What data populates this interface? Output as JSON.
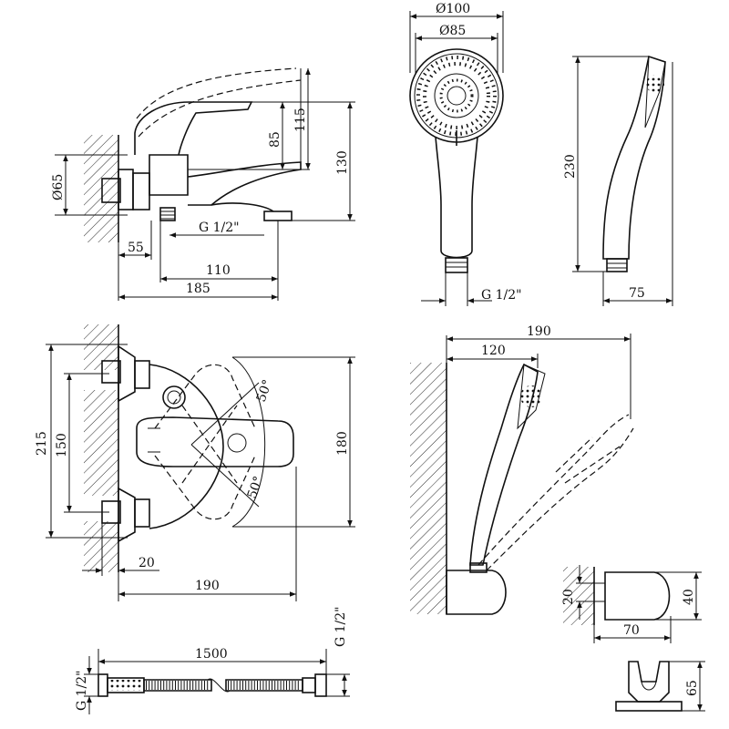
{
  "dimensions": {
    "d100": "Ø100",
    "d85": "Ø85",
    "d65": "Ø65",
    "h85": "85",
    "h115": "115",
    "h130": "130",
    "w55": "55",
    "w110": "110",
    "w185": "185",
    "thread_mixer": "G 1/2\"",
    "thread_shower": "G 1/2\"",
    "h230": "230",
    "w75": "75",
    "h215": "215",
    "h150": "150",
    "h180": "180",
    "a50_top": "50°",
    "a50_bot": "50°",
    "w20_front": "20",
    "w190_front": "190",
    "w190_side": "190",
    "w120_side": "120",
    "h20_holder": "20",
    "h40_holder": "40",
    "w70_holder": "70",
    "hose_length": "1500",
    "hose_thread_left": "G 1/2\"",
    "hose_thread_right": "G 1/2\"",
    "h65_holder": "65"
  }
}
